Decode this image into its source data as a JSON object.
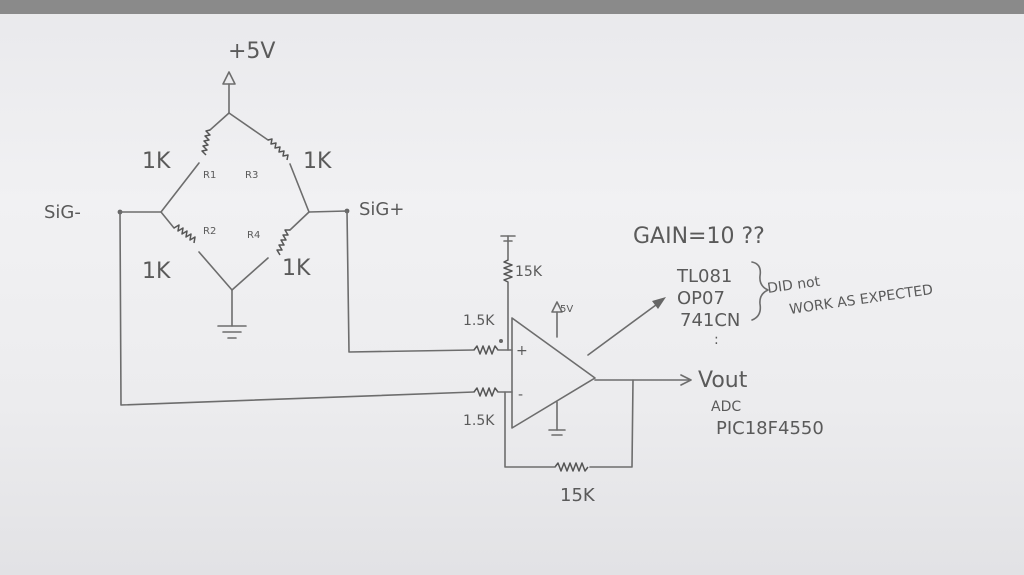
{
  "labels": {
    "supply": "+5V",
    "sig_minus": "SiG-",
    "sig_plus": "SiG+",
    "r1_value": "1K",
    "r1_name": "R1",
    "r3_value": "1K",
    "r3_name": "R3",
    "r2_value": "1K",
    "r2_name": "R2",
    "r4_value": "1K",
    "r4_name": "R4",
    "r_top": "15K",
    "r_in_plus": "1.5K",
    "r_in_minus": "1.5K",
    "r_feedback": "15K",
    "opamp_supply": "5V",
    "plus_sign": "+",
    "minus_sign": "-",
    "gain": "GAIN=10 ??",
    "opamp_1": "TL081",
    "opamp_2": "OP07",
    "opamp_3": "741CN",
    "dots": ":",
    "note_1": "DID not",
    "note_2": "WORK AS EXPECTED",
    "vout": "Vout",
    "adc": "ADC",
    "pic": "PIC18F4550"
  }
}
